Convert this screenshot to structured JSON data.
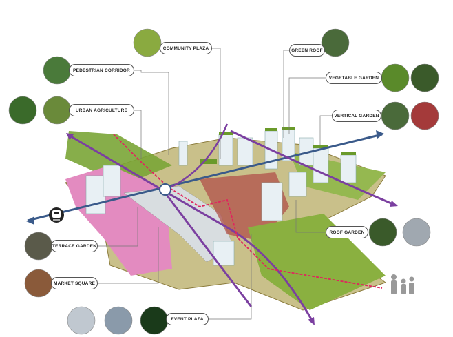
{
  "labels": {
    "community_plaza": "COMMUNITY PLAZA",
    "pedestrian_corridor": "PEDESTRIAN CORRIDOR",
    "urban_agriculture": "URBAN AGRICULTURE",
    "green_roof": "GREEN ROOF",
    "vegetable_garden": "VEGETABLE GARDEN",
    "vertical_garden": "VERTICAL GARDEN",
    "roof_garden": "ROOF GARDEN",
    "terrace_garden": "TERRACE GARDEN",
    "market_square": "MARKET SQUARE",
    "event_plaza": "EVENT PLAZA"
  },
  "colors": {
    "transit_axis": "#3a5a8a",
    "pedestrian_path": "#e0245e",
    "green_axis": "#7b3fa0",
    "green": "#7aa536",
    "pink": "#e38bc0"
  }
}
